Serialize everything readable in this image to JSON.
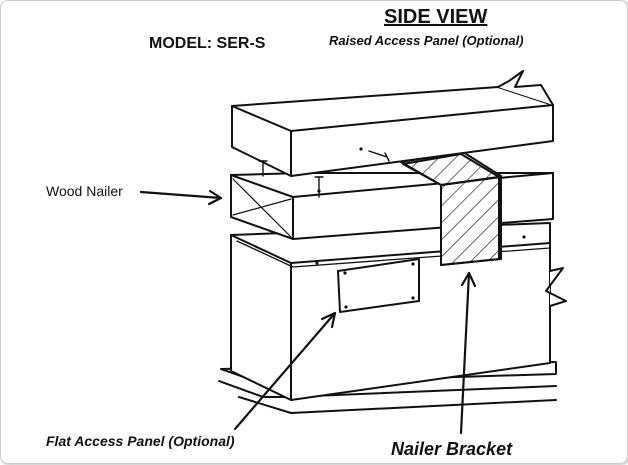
{
  "header": {
    "title": "SIDE VIEW",
    "model": "MODEL: SER-S",
    "raised_panel_label": "Raised Access Panel (Optional)"
  },
  "labels": {
    "wood_nailer": "Wood Nailer",
    "flat_panel": "Flat Access Panel (Optional)",
    "nailer_bracket": "Nailer Bracket"
  },
  "colors": {
    "line": "#111111",
    "background": "#ffffff"
  }
}
